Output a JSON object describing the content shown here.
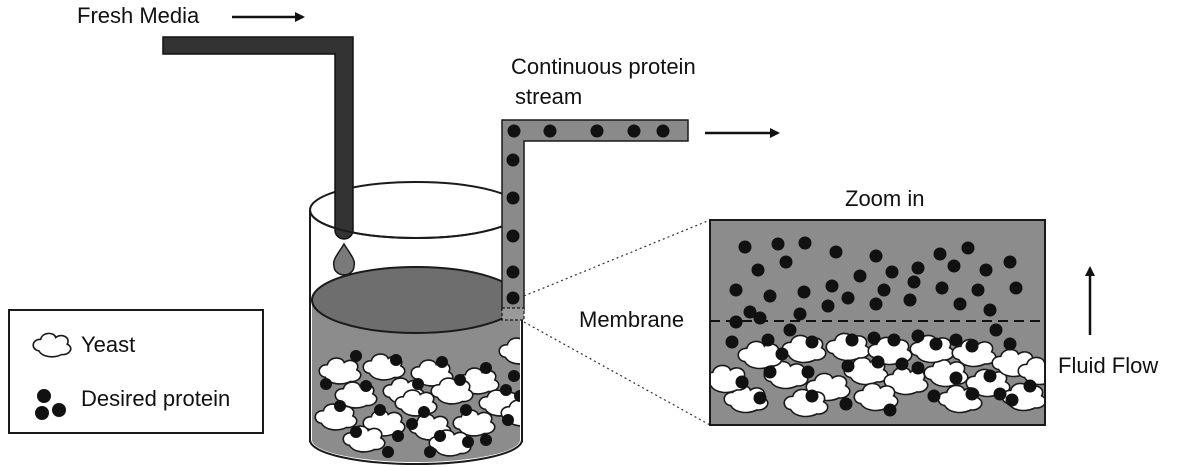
{
  "labels": {
    "fresh_media": "Fresh Media",
    "protein_stream_line1": "Continuous protein",
    "protein_stream_line2": "stream",
    "zoom_in": "Zoom in",
    "membrane": "Membrane",
    "fluid_flow": "Fluid Flow"
  },
  "legend": {
    "yeast_label": "Yeast",
    "protein_label": "Desired protein"
  },
  "colors": {
    "pipe_dark": "#333333",
    "pipe_gray": "#8a8a8a",
    "liquid": "#8c8c8c",
    "liquid_surface": "#6e6e6e",
    "protein": "#111111",
    "yeast_fill": "#ffffff",
    "outline": "#1a1a1a"
  }
}
